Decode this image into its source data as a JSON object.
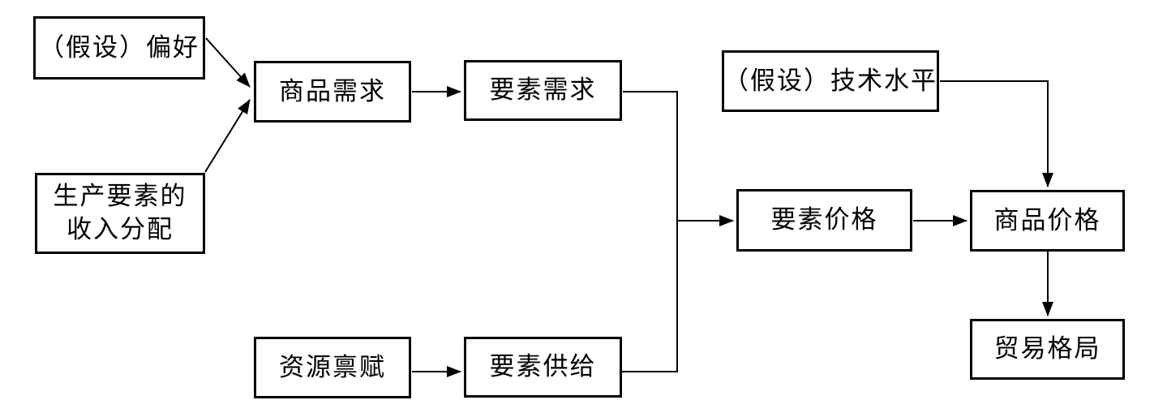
{
  "diagram": {
    "description": "H-O model flow diagram",
    "background_color": "#ffffff",
    "box_border_color": "#000000",
    "line_color": "#000000",
    "nodes": {
      "preferences": {
        "label": "（假设）偏好"
      },
      "income_distribution": {
        "line1": "生产要素的",
        "line2": "收入分配"
      },
      "goods_demand": {
        "label": "商品需求"
      },
      "factor_demand": {
        "label": "要素需求"
      },
      "tech_level": {
        "label": "（假设）技术水平"
      },
      "resource_endowment": {
        "label": "资源禀赋"
      },
      "factor_supply": {
        "label": "要素供给"
      },
      "factor_price": {
        "label": "要素价格"
      },
      "goods_price": {
        "label": "商品价格"
      },
      "trade_pattern": {
        "label": "贸易格局"
      }
    },
    "edges": [
      {
        "from": "preferences",
        "to": "goods_demand"
      },
      {
        "from": "income_distribution",
        "to": "goods_demand"
      },
      {
        "from": "goods_demand",
        "to": "factor_demand"
      },
      {
        "from": "factor_demand",
        "to": "factor_price"
      },
      {
        "from": "resource_endowment",
        "to": "factor_supply"
      },
      {
        "from": "factor_supply",
        "to": "factor_price"
      },
      {
        "from": "factor_price",
        "to": "goods_price"
      },
      {
        "from": "tech_level",
        "to": "goods_price"
      },
      {
        "from": "goods_price",
        "to": "trade_pattern"
      }
    ]
  }
}
